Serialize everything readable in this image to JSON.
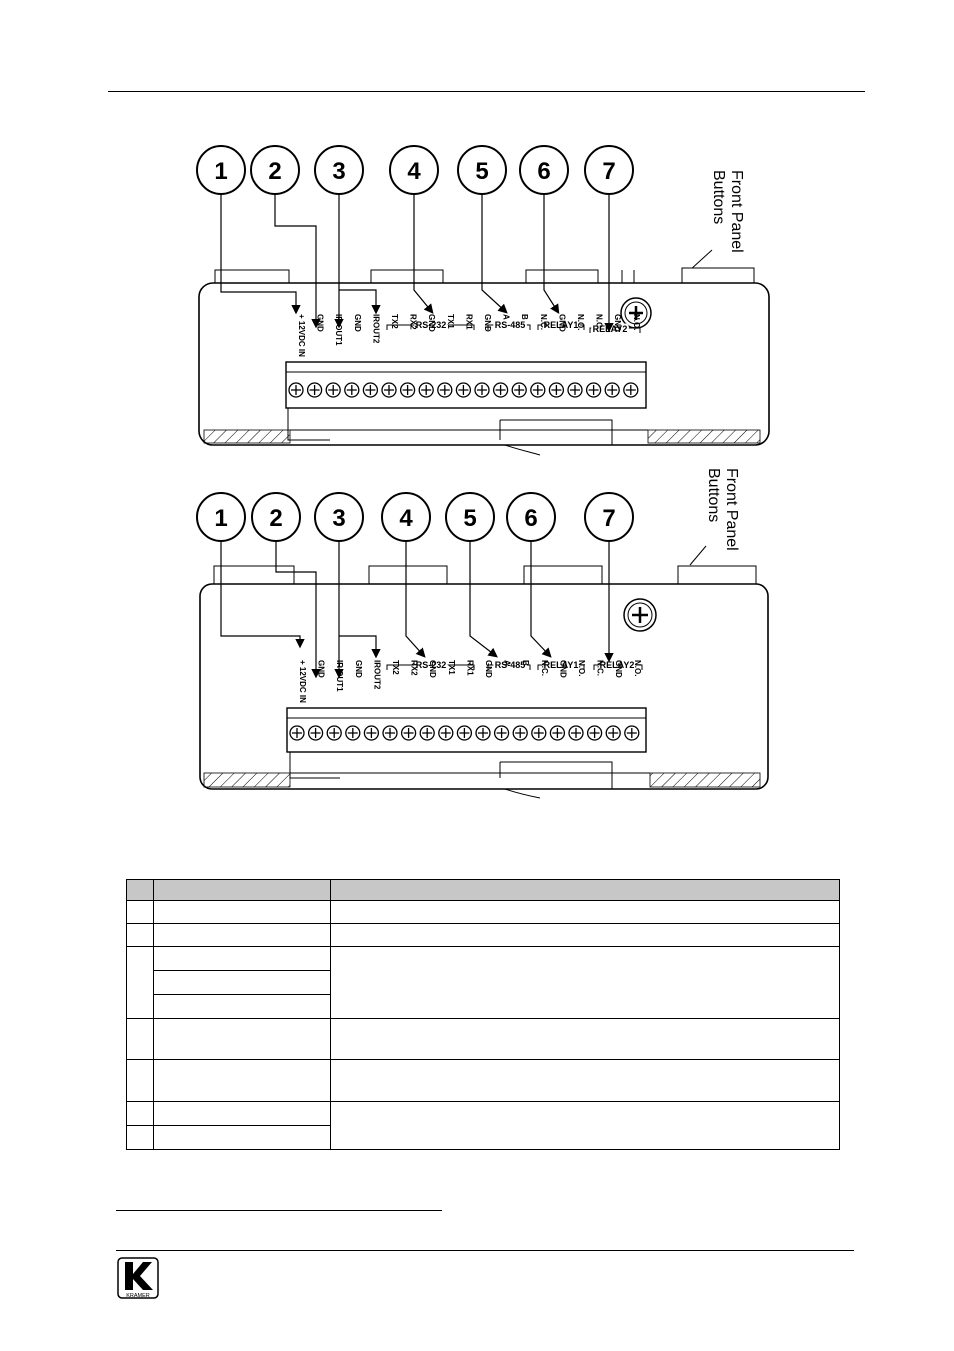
{
  "figure_top": {
    "callouts": [
      "1",
      "2",
      "3",
      "4",
      "5",
      "6",
      "7"
    ],
    "front_panel_label": [
      "Front Panel",
      "Buttons"
    ],
    "group_labels": {
      "rs232": "RS-232",
      "rs485": "RS-485",
      "relay1": "RELAY1",
      "relay2": "RELAY2"
    },
    "terminals": [
      "+ 12VDC IN",
      "GND",
      "IR OUT1",
      "GND",
      "IROUT2",
      "TX2",
      "RX2",
      "GND",
      "TX1",
      "RX1",
      "GND",
      "A",
      "B",
      "N.C.",
      "GND",
      "N.O.",
      "N.C.",
      "GND",
      "N.O."
    ]
  },
  "figure_bottom": {
    "callouts": [
      "1",
      "2",
      "3",
      "4",
      "5",
      "6",
      "7"
    ],
    "front_panel_label": [
      "Front Panel",
      "Buttons"
    ],
    "group_labels": {
      "rs232": "RS-232",
      "rs485": "RS-485",
      "relay1": "RELAY1",
      "relay2": "RELAY2"
    },
    "terminals": [
      "+ 12VDC IN",
      "GND",
      "IR OUT1",
      "GND",
      "IROUT2",
      "TX2",
      "RX2",
      "GND",
      "TX1",
      "RX1",
      "GND",
      "A",
      "B",
      "N.C.",
      "GND",
      "N.O.",
      "N.C.",
      "GND",
      "N.O."
    ]
  },
  "logo": {
    "text": "KRAMER"
  }
}
